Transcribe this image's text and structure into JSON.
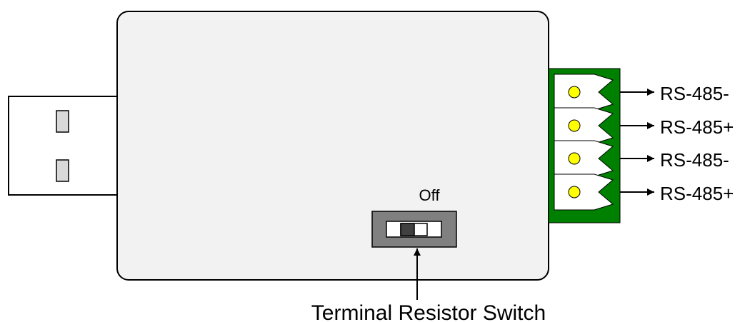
{
  "switch_state_label": "Off",
  "switch_caption": "Terminal Resistor Switch",
  "terminals": [
    {
      "label": "RS-485-"
    },
    {
      "label": "RS-485+"
    },
    {
      "label": "RS-485-"
    },
    {
      "label": "RS-485+"
    }
  ],
  "colors": {
    "board_fill": "#f2f2f2",
    "terminal_block_green": "#008000",
    "terminal_screw_yellow": "#ffff00",
    "switch_body_gray": "#808080",
    "usb_contact_gray": "#d9d9d9",
    "slider_dark": "#404040"
  }
}
